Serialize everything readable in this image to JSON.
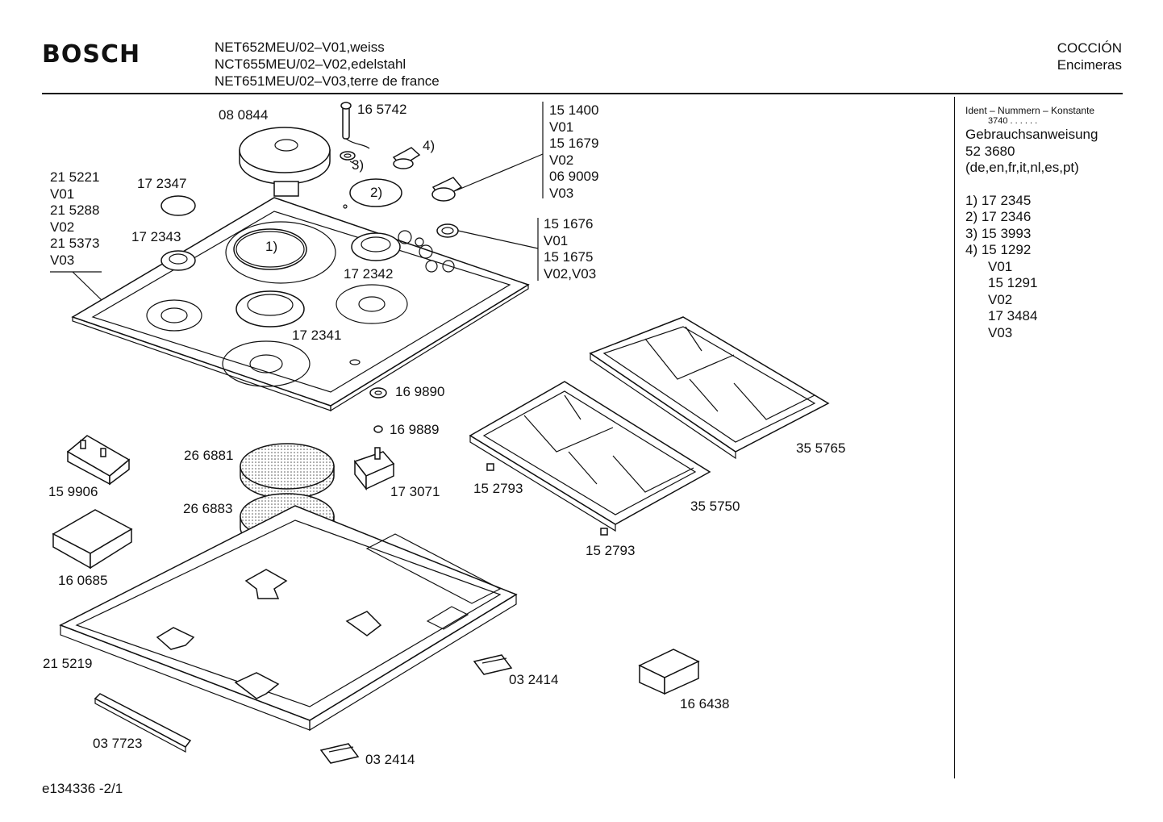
{
  "header": {
    "brand": "BOSCH",
    "models": [
      "NET652MEU/02–V01,weiss",
      "NCT655MEU/02–V02,edelstahl",
      "NET651MEU/02–V03,terre de france"
    ],
    "category_line1": "COCCIÓN",
    "category_line2": "Encimeras"
  },
  "sidebar": {
    "ident_title": "Ident – Nummern – Konstante",
    "constant": "3740   .   .     .  .  .  .",
    "manual_label": "Gebrauchsanweisung",
    "manual_number": "52 3680",
    "manual_languages": "(de,en,fr,it,nl,es,pt)",
    "refs": [
      "1) 17 2345",
      "2) 17 2346",
      "3) 15 3993",
      "4) 15 1292"
    ],
    "ref4_variants": [
      "V01",
      "15 1291",
      "V02",
      "17 3484",
      "V03"
    ]
  },
  "footer": {
    "doc_id": "e134336   -2/1"
  },
  "labels": {
    "p080844": "08 0844",
    "p165742": "16 5742",
    "c4": "4)",
    "c3": "3)",
    "c2": "2)",
    "c1": "1)",
    "knob_group1": [
      "15 1400",
      "V01",
      "15 1679",
      "V02",
      "06 9009",
      "V03"
    ],
    "knob_group2": [
      "15 1676",
      "V01",
      "15 1675",
      "V02,V03"
    ],
    "frame_group": [
      "21 5221",
      "V01",
      "21 5288",
      "V02",
      "21 5373",
      "V03"
    ],
    "p172347": "17 2347",
    "p172343": "17 2343",
    "p172342": "17 2342",
    "p172341": "17 2341",
    "p169890": "16 9890",
    "p169889": "16 9889",
    "p266881": "26 6881",
    "p266883": "26 6883",
    "p173071": "17 3071",
    "p159906": "15 9906",
    "p160685": "16 0685",
    "p152793a": "15 2793",
    "p152793b": "15 2793",
    "p355765": "35 5765",
    "p355750": "35 5750",
    "p215219": "21 5219",
    "p032414a": "03 2414",
    "p032414b": "03 2414",
    "p166438": "16 6438",
    "p037723": "03 7723"
  }
}
